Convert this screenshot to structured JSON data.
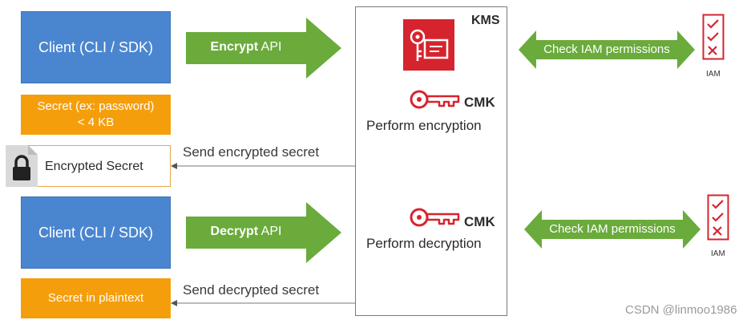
{
  "client_top": {
    "label": "Client (CLI / SDK)"
  },
  "secret_input": {
    "label_line1": "Secret (ex: password)",
    "label_line2": "< 4 KB"
  },
  "encrypt_arrow": {
    "bold": "Encrypt",
    "rest": " API"
  },
  "kms": {
    "title": "KMS",
    "cmk_top": "CMK",
    "perform_encryption": "Perform encryption",
    "cmk_bottom": "CMK",
    "perform_decryption": "Perform decryption"
  },
  "iam_top": {
    "arrow_label": "Check IAM permissions",
    "icon_label": "IAM"
  },
  "iam_bottom": {
    "arrow_label": "Check IAM permissions",
    "icon_label": "IAM"
  },
  "send_encrypted": {
    "label": "Send encrypted secret"
  },
  "encrypted_secret": {
    "label": "Encrypted Secret"
  },
  "client_bottom": {
    "label": "Client (CLI / SDK)"
  },
  "decrypt_arrow": {
    "bold": "Decrypt",
    "rest": " API"
  },
  "send_decrypted": {
    "label": "Send decrypted secret"
  },
  "plaintext": {
    "label": "Secret in plaintext"
  },
  "watermark": {
    "text": "CSDN @linmoo1986"
  },
  "colors": {
    "client_blue": "#4a86d0",
    "orange": "#f59e0b",
    "green": "#6aab3c",
    "kms_red": "#d6242e",
    "key_red": "#d6242e"
  }
}
